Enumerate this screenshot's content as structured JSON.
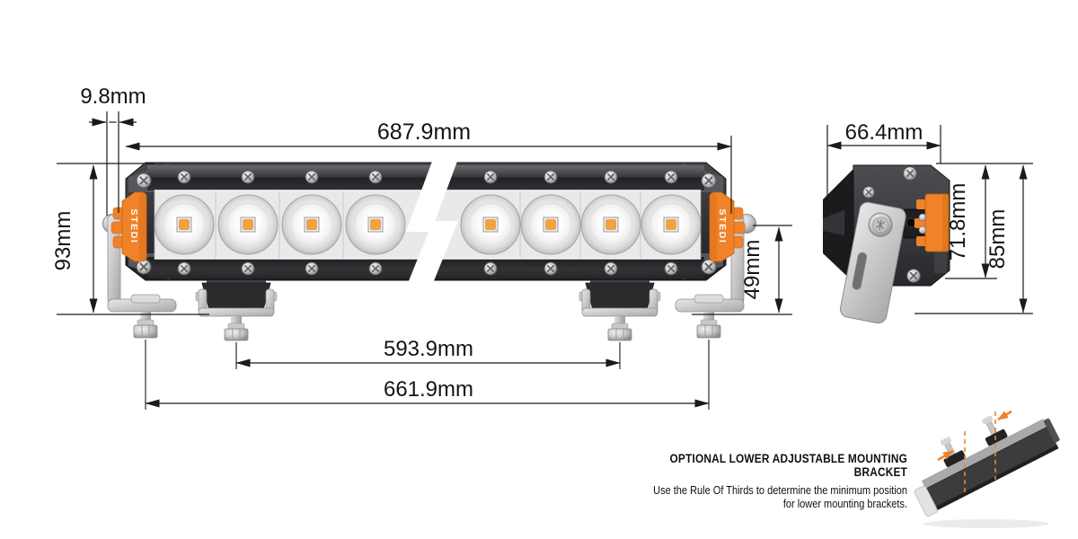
{
  "front_view": {
    "brand": "STEDI",
    "dims": {
      "offset": "9.8mm",
      "overall": "687.9mm",
      "height": "93mm",
      "mount_height": "49mm",
      "inner_span": "593.9mm",
      "outer_span": "661.9mm"
    }
  },
  "side_view": {
    "dims": {
      "width": "66.4mm",
      "body_height": "71.8mm",
      "total_height": "85mm"
    }
  },
  "note": {
    "heading": "OPTIONAL LOWER ADJUSTABLE MOUNTING BRACKET",
    "line1": "Use the Rule Of Thirds to determine the minimum position",
    "line2": "for lower mounting brackets."
  },
  "colors": {
    "accent_orange": "#F08229",
    "dimension_line": "#1A1A1A",
    "housing_dark": "#2E2E30",
    "silver": "#C6C6C8",
    "led_chip": "#F2A33C"
  }
}
